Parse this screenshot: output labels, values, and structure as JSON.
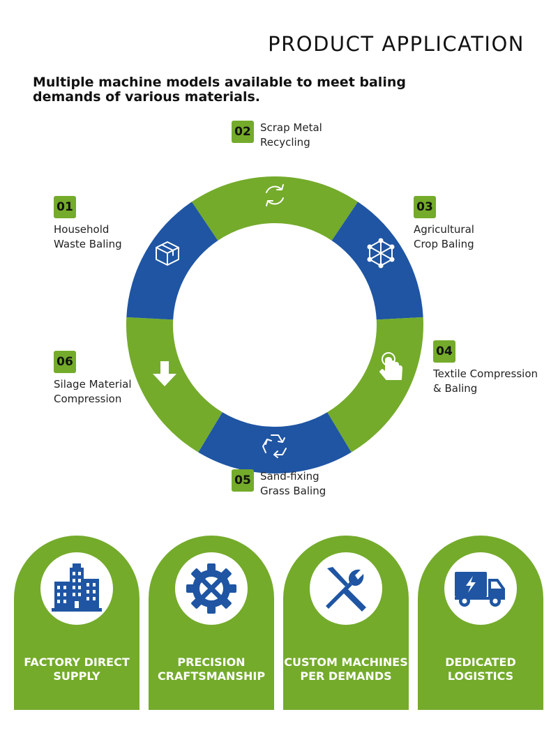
{
  "header": {
    "title": "PRODUCT APPLICATION",
    "subtitle": "Multiple machine models available to meet baling demands of various materials."
  },
  "colors": {
    "green": "#74ab2b",
    "blue": "#1f55a3",
    "white": "#ffffff"
  },
  "applications": [
    {
      "number": "01",
      "label": "Household\nWaste Baling",
      "icon": "package-box-icon"
    },
    {
      "number": "02",
      "label": "Scrap Metal\nRecycling",
      "icon": "refresh-cycle-icon"
    },
    {
      "number": "03",
      "label": "Agricultural\nCrop Baling",
      "icon": "cube-network-icon"
    },
    {
      "number": "04",
      "label": "Textile Compression\n& Baling",
      "icon": "hand-pointer-icon"
    },
    {
      "number": "05",
      "label": "Sand-fixing\nGrass Baling",
      "icon": "recycle-icon"
    },
    {
      "number": "06",
      "label": "Silage Material\nCompression",
      "icon": "arrow-down-icon"
    }
  ],
  "features": [
    {
      "label": "FACTORY DIRECT\nSUPPLY",
      "icon": "factory-building-icon"
    },
    {
      "label": "PRECISION\nCRAFTSMANSHIP",
      "icon": "gear-wrench-icon"
    },
    {
      "label": "CUSTOM MACHINES\nPER DEMANDS",
      "icon": "tools-icon"
    },
    {
      "label": "DEDICATED\nLOGISTICS",
      "icon": "delivery-truck-icon"
    }
  ]
}
